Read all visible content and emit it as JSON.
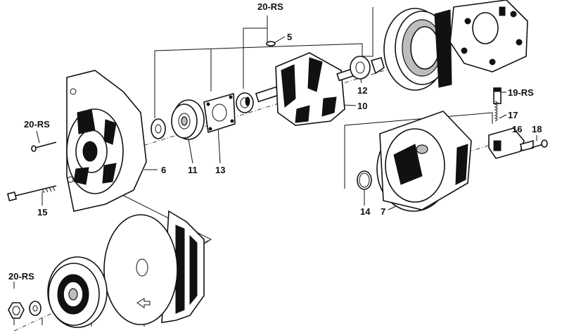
{
  "callouts": {
    "c20rs_top": "20-RS",
    "c5": "5",
    "c12": "12",
    "c10": "10",
    "c19rs": "19-RS",
    "c17": "17",
    "c16": "16",
    "c18": "18",
    "c20rs_left": "20-RS",
    "c6": "6",
    "c11": "11",
    "c13": "13",
    "c15": "15",
    "c14": "14",
    "c7": "7",
    "c20rs_bottom": "20-RS"
  },
  "parts": [
    "washer",
    "ball-bearing",
    "bearing-cover-plate",
    "bearing-sleeve",
    "rotor",
    "rear-bearing",
    "stator",
    "rectifier-plate",
    "brush-holder",
    "brush",
    "brush-spring",
    "screw",
    "slip-ring-end-housing",
    "o-ring",
    "drive-end-housing",
    "through-bolt",
    "fan",
    "pulley",
    "nut",
    "lock-washer"
  ]
}
